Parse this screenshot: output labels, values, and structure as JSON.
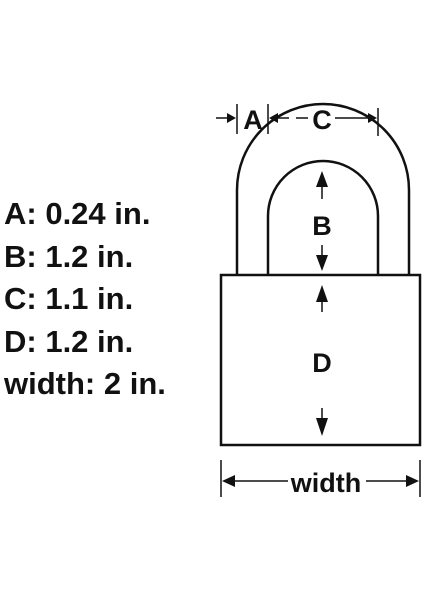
{
  "dimensions": [
    {
      "text": "A: 0.24 in."
    },
    {
      "text": "B: 1.2 in."
    },
    {
      "text": "C: 1.1 in."
    },
    {
      "text": "D: 1.2 in."
    },
    {
      "text": "width: 2 in."
    }
  ],
  "diagram": {
    "label_a": "A",
    "label_b": "B",
    "label_c": "C",
    "label_d": "D",
    "label_width": "width"
  },
  "colors": {
    "stroke": "#111111",
    "background": "#ffffff"
  }
}
